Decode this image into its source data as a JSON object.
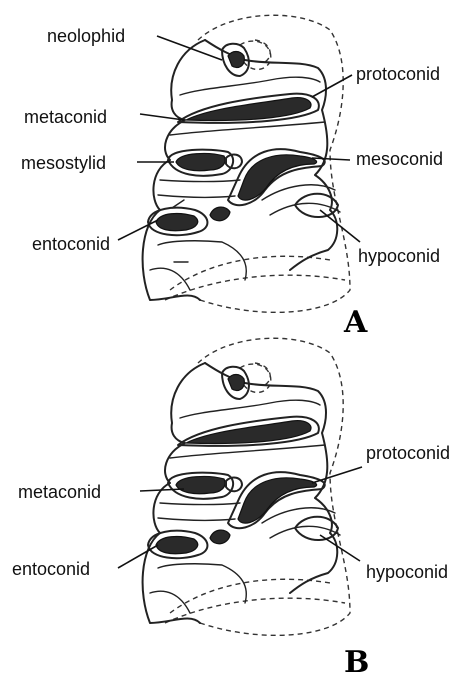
{
  "panels": [
    {
      "letter": "A",
      "labels": {
        "neolophid": "neolophid",
        "protoconid": "protoconid",
        "metaconid": "metaconid",
        "mesostylid": "mesostylid",
        "mesoconid": "mesoconid",
        "entoconid": "entoconid",
        "hypoconid": "hypoconid"
      }
    },
    {
      "letter": "B",
      "labels": {
        "protoconid": "protoconid",
        "metaconid": "metaconid",
        "entoconid": "entoconid",
        "hypoconid": "hypoconid"
      }
    }
  ]
}
